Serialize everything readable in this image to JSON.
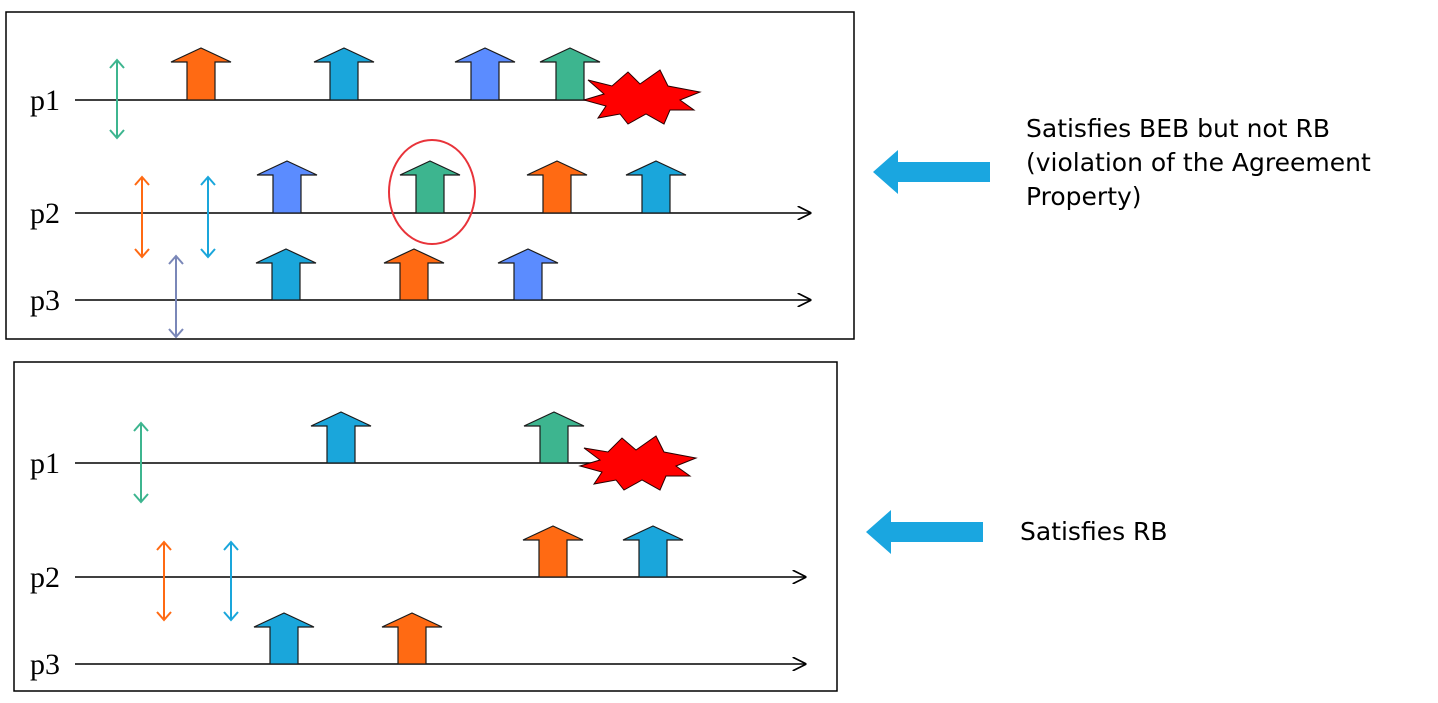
{
  "colors": {
    "orange": "#ff6a13",
    "cyan": "#1aa6db",
    "blue": "#5b8cff",
    "green": "#3db58f",
    "crash_red": "#ff0000",
    "circle_red": "#e8333a",
    "pointer_blue": "#1aa6e0",
    "slate": "#7a87b8"
  },
  "top_panel": {
    "processes": [
      "p1",
      "p2",
      "p3"
    ],
    "caption": "Satisfies BEB but not RB\n(violation of the Agreement\nProperty)"
  },
  "bottom_panel": {
    "processes": [
      "p1",
      "p2",
      "p3"
    ],
    "caption": "Satisfies RB"
  }
}
